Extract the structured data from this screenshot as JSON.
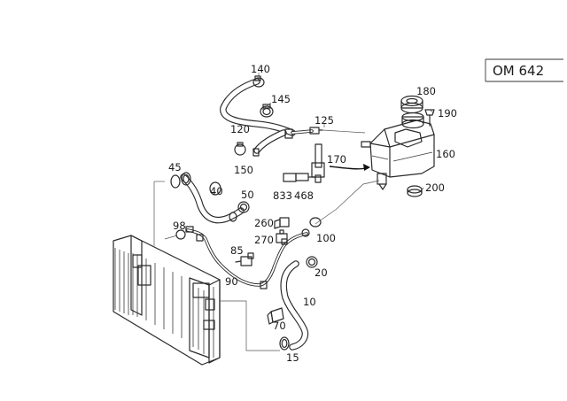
{
  "badge": {
    "text": "OM 642"
  },
  "callouts": [
    {
      "key": "p140",
      "text": "140"
    },
    {
      "key": "p145",
      "text": "145"
    },
    {
      "key": "p120",
      "text": "120"
    },
    {
      "key": "p125",
      "text": "125"
    },
    {
      "key": "p150",
      "text": "150"
    },
    {
      "key": "p170",
      "text": "170"
    },
    {
      "key": "p833",
      "text": "833"
    },
    {
      "key": "p468",
      "text": "468"
    },
    {
      "key": "p180",
      "text": "180"
    },
    {
      "key": "p190",
      "text": "190"
    },
    {
      "key": "p160",
      "text": "160"
    },
    {
      "key": "p200",
      "text": "200"
    },
    {
      "key": "p45",
      "text": "45"
    },
    {
      "key": "p40",
      "text": "40"
    },
    {
      "key": "p50",
      "text": "50"
    },
    {
      "key": "p260",
      "text": "260"
    },
    {
      "key": "p270",
      "text": "270"
    },
    {
      "key": "p100",
      "text": "100"
    },
    {
      "key": "p98",
      "text": "98"
    },
    {
      "key": "p85",
      "text": "85"
    },
    {
      "key": "p90",
      "text": "90"
    },
    {
      "key": "p20",
      "text": "20"
    },
    {
      "key": "p10",
      "text": "10"
    },
    {
      "key": "p70",
      "text": "70"
    },
    {
      "key": "p15",
      "text": "15"
    }
  ]
}
